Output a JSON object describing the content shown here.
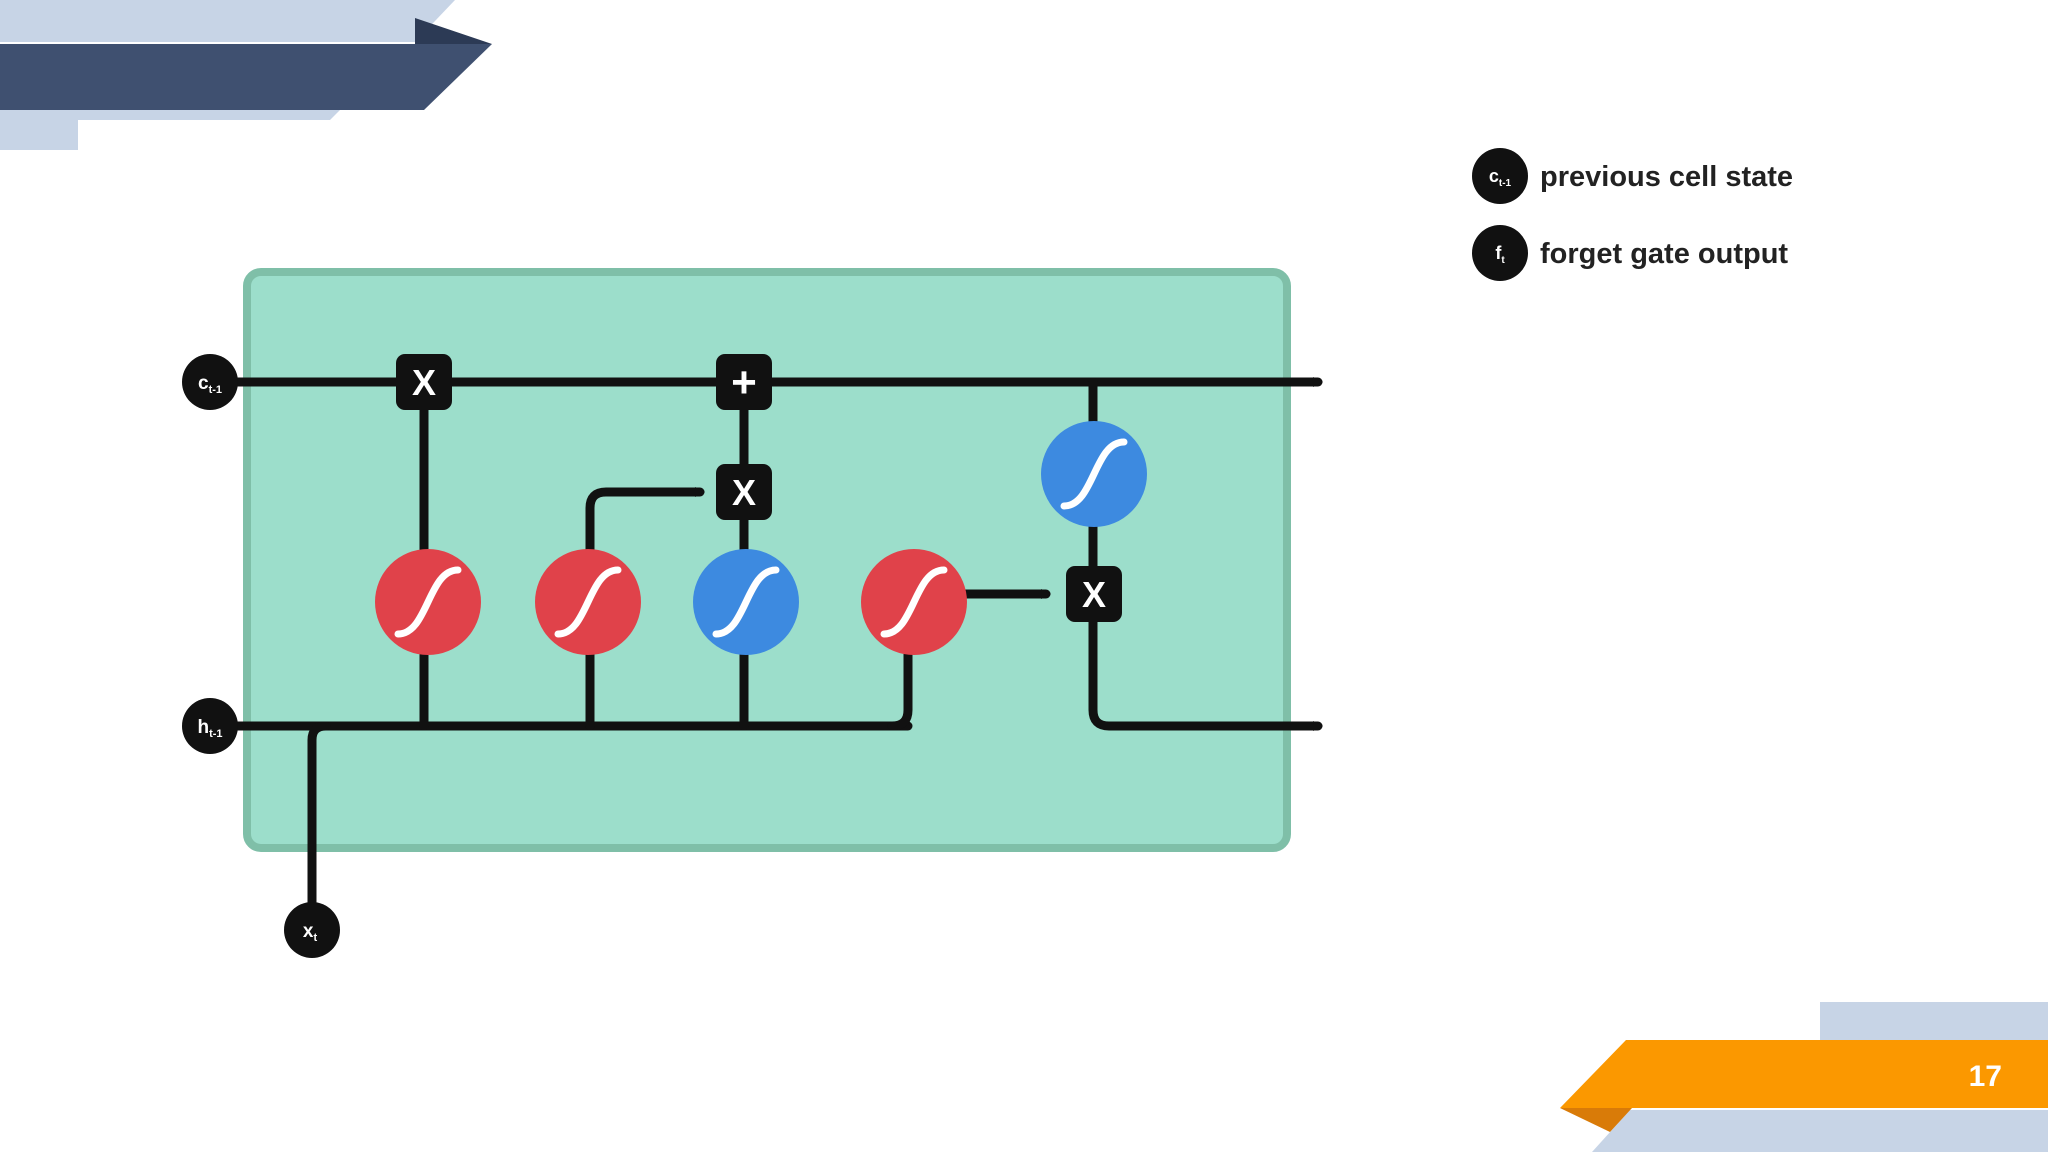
{
  "colors": {
    "navy": "#3f5070",
    "light_blue": "#c7d4e6",
    "orange": "#fb9800",
    "dark_orange": "#d97b08",
    "teal_fill": "#9cdecb",
    "teal_border": "#7fbfa8",
    "sigmoid_red": "#e0424a",
    "tanh_blue": "#3d8ae0",
    "wire": "#111111"
  },
  "diagram": {
    "inputs": {
      "c_prev": {
        "base": "c",
        "sub": "t-1"
      },
      "h_prev": {
        "base": "h",
        "sub": "t-1"
      },
      "x_t": {
        "base": "x",
        "sub": "t"
      }
    },
    "operators": {
      "forget_multiply": "X",
      "cell_add": "+",
      "input_multiply": "X",
      "output_multiply": "X"
    },
    "layers": [
      {
        "icon": "sigmoid-icon",
        "color": "red"
      },
      {
        "icon": "sigmoid-icon",
        "color": "red"
      },
      {
        "icon": "tanh-icon",
        "color": "blue"
      },
      {
        "icon": "sigmoid-icon",
        "color": "red"
      },
      {
        "icon": "tanh-icon",
        "color": "blue"
      }
    ]
  },
  "legend": {
    "items": [
      {
        "symbol_base": "c",
        "symbol_sub": "t-1",
        "label": "previous cell state"
      },
      {
        "symbol_base": "f",
        "symbol_sub": "t",
        "label": "forget gate output"
      }
    ]
  },
  "footer": {
    "page_number": "17"
  }
}
